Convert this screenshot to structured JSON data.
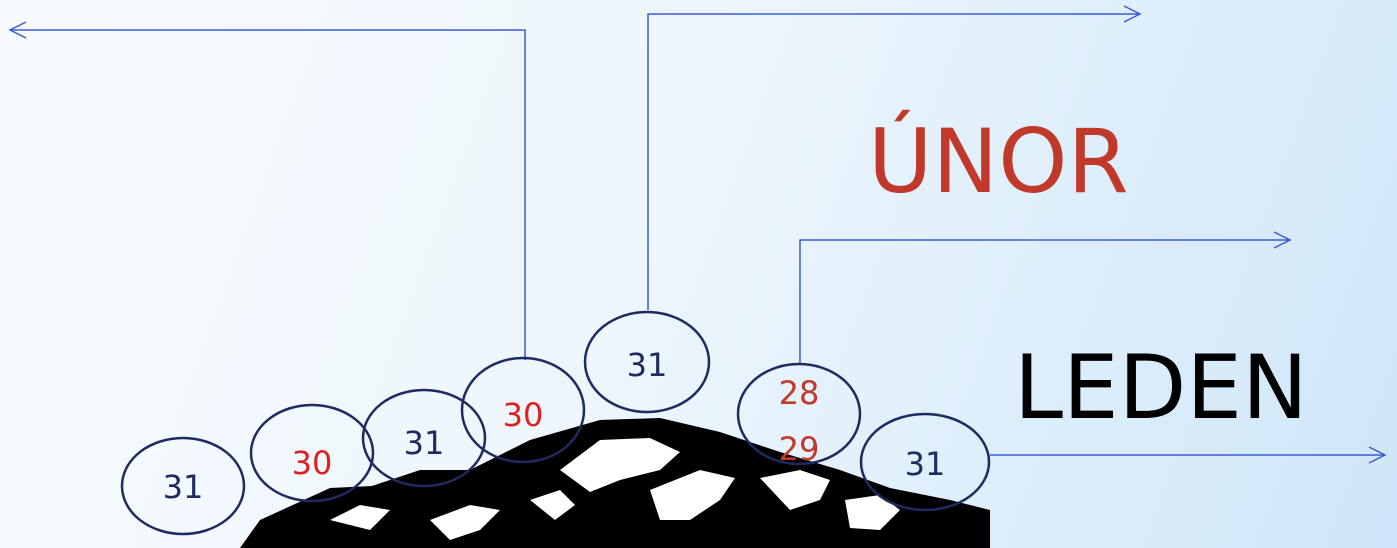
{
  "months": {
    "unor": "ÚNOR",
    "leden": "LEDEN"
  },
  "bubbles": [
    {
      "label": "31",
      "color": "#1f2a60"
    },
    {
      "label": "30",
      "color": "#e02020"
    },
    {
      "label": "31",
      "color": "#1f2a60"
    },
    {
      "label": "30",
      "color": "#e02020"
    },
    {
      "label": "31",
      "color": "#1f2a60"
    },
    {
      "label_top": "28",
      "label_bottom": "29",
      "color": "#c0392b"
    },
    {
      "label": "31",
      "color": "#1f2a60"
    }
  ],
  "colors": {
    "line": "#3b5bd6",
    "bubble_stroke": "#1f2a60",
    "unor": "#c0392b",
    "leden": "#000000",
    "knuckle_fill": "#000000"
  }
}
